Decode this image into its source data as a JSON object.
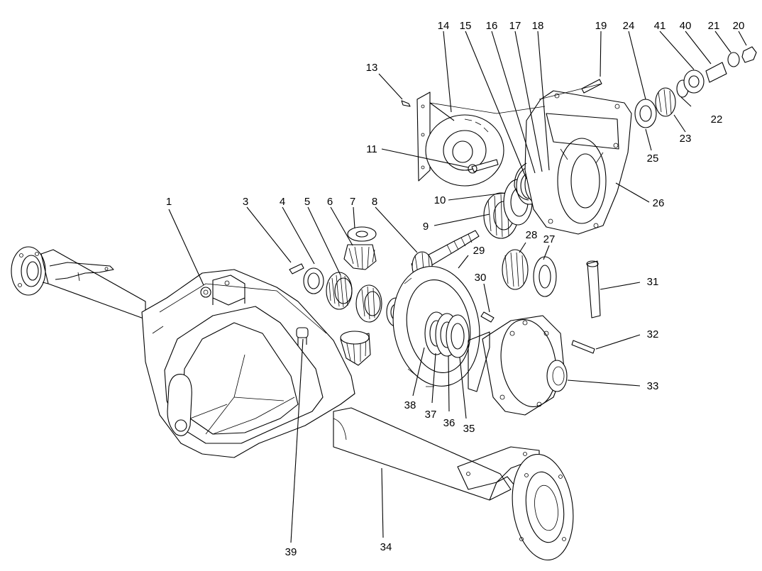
{
  "diagram": {
    "callouts": [
      {
        "id": "c1",
        "label": "1"
      },
      {
        "id": "c3",
        "label": "3"
      },
      {
        "id": "c4",
        "label": "4"
      },
      {
        "id": "c5",
        "label": "5"
      },
      {
        "id": "c6",
        "label": "6"
      },
      {
        "id": "c7",
        "label": "7"
      },
      {
        "id": "c8",
        "label": "8"
      },
      {
        "id": "c9",
        "label": "9"
      },
      {
        "id": "c10",
        "label": "10"
      },
      {
        "id": "c11",
        "label": "11"
      },
      {
        "id": "c13",
        "label": "13"
      },
      {
        "id": "c14",
        "label": "14"
      },
      {
        "id": "c15",
        "label": "15"
      },
      {
        "id": "c16",
        "label": "16"
      },
      {
        "id": "c17",
        "label": "17"
      },
      {
        "id": "c18",
        "label": "18"
      },
      {
        "id": "c19",
        "label": "19"
      },
      {
        "id": "c20",
        "label": "20"
      },
      {
        "id": "c21",
        "label": "21"
      },
      {
        "id": "c22",
        "label": "22"
      },
      {
        "id": "c23",
        "label": "23"
      },
      {
        "id": "c24",
        "label": "24"
      },
      {
        "id": "c25",
        "label": "25"
      },
      {
        "id": "c26",
        "label": "26"
      },
      {
        "id": "c27",
        "label": "27"
      },
      {
        "id": "c28",
        "label": "28"
      },
      {
        "id": "c29",
        "label": "29"
      },
      {
        "id": "c30",
        "label": "30"
      },
      {
        "id": "c31",
        "label": "31"
      },
      {
        "id": "c32",
        "label": "32"
      },
      {
        "id": "c33",
        "label": "33"
      },
      {
        "id": "c34",
        "label": "34"
      },
      {
        "id": "c35",
        "label": "35"
      },
      {
        "id": "c36",
        "label": "36"
      },
      {
        "id": "c37",
        "label": "37"
      },
      {
        "id": "c38",
        "label": "38"
      },
      {
        "id": "c39",
        "label": "39"
      },
      {
        "id": "c40",
        "label": "40"
      },
      {
        "id": "c41",
        "label": "41"
      }
    ]
  }
}
